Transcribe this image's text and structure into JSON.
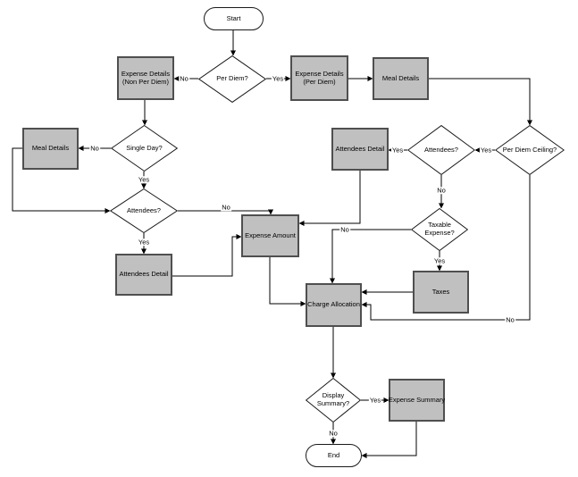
{
  "diagram": {
    "colors": {
      "process_fill": "#c0c0c0",
      "process_border": "#4f4f4f",
      "decision_fill": "#ffffff",
      "line": "#000000",
      "background": "#ffffff"
    },
    "nodes": {
      "start": {
        "type": "terminator",
        "label": "Start"
      },
      "per_diem": {
        "type": "decision",
        "label": "Per Diem?"
      },
      "expense_details_non_per_diem": {
        "type": "process",
        "label": "Expense Details (Non Per Diem)"
      },
      "expense_details_per_diem": {
        "type": "process",
        "label": "Expense Details (Per Diem)"
      },
      "meal_details_right": {
        "type": "process",
        "label": "Meal Details"
      },
      "single_day": {
        "type": "decision",
        "label": "Single Day?"
      },
      "meal_details_left": {
        "type": "process",
        "label": "Meal Details"
      },
      "attendees_left": {
        "type": "decision",
        "label": "Attendees?"
      },
      "attendees_detail_left": {
        "type": "process",
        "label": "Attendees Detail"
      },
      "expense_amount": {
        "type": "process",
        "label": "Expense Amount"
      },
      "attendees_detail_right": {
        "type": "process",
        "label": "Attendees Detail"
      },
      "attendees_right": {
        "type": "decision",
        "label": "Attendees?"
      },
      "per_diem_ceiling": {
        "type": "decision",
        "label": "Per Diem Ceiling?"
      },
      "taxable_expense": {
        "type": "decision",
        "label": "Taxable Expense?"
      },
      "taxes": {
        "type": "process",
        "label": "Taxes"
      },
      "charge_allocation": {
        "type": "process",
        "label": "Charge Allocation"
      },
      "display_summary": {
        "type": "decision",
        "label": "Display Summary?"
      },
      "expense_summary": {
        "type": "process",
        "label": "Expense Summary"
      },
      "end": {
        "type": "terminator",
        "label": "End"
      }
    },
    "edge_labels": {
      "per_diem_no": "No",
      "per_diem_yes": "Yes",
      "single_day_no": "No",
      "single_day_yes": "Yes",
      "attendees_left_yes": "Yes",
      "attendees_left_no": "No",
      "attendees_right_yes": "Yes",
      "attendees_right_no": "No",
      "ceiling_yes": "Yes",
      "ceiling_no": "No",
      "taxable_no": "No",
      "taxable_yes": "Yes",
      "display_yes": "Yes",
      "display_no": "No"
    }
  }
}
